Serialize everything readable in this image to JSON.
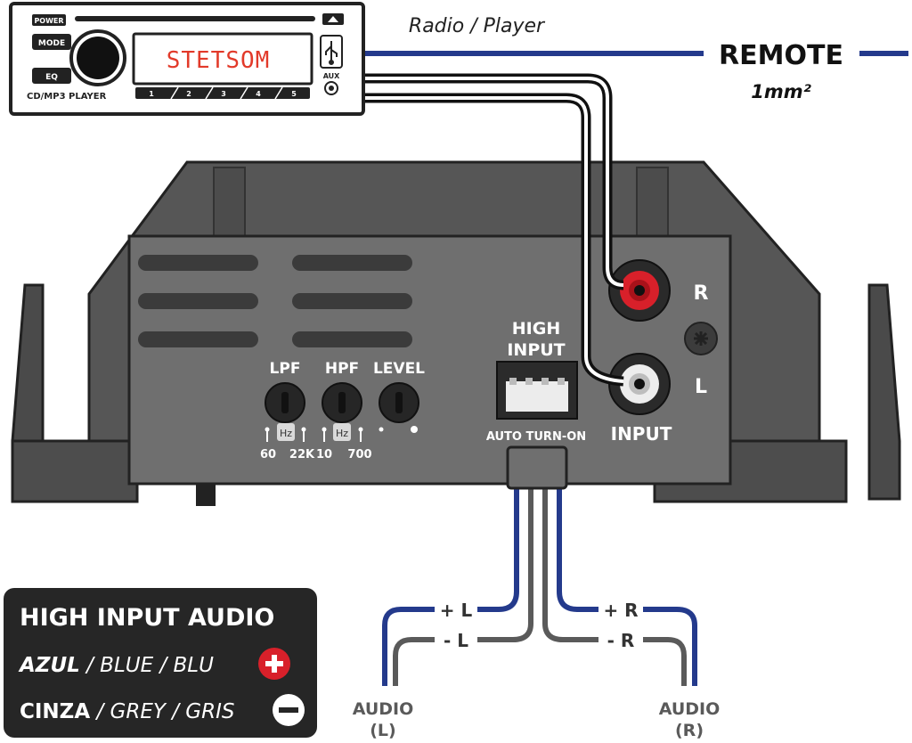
{
  "radio": {
    "power": "POWER",
    "mode": "MODE",
    "eq": "EQ",
    "model": "CD/MP3 PLAYER",
    "display": "STETSOM",
    "aux": "AUX",
    "presets": [
      "1",
      "2",
      "3",
      "4",
      "5"
    ]
  },
  "labels": {
    "radio_player": "Radio / Player",
    "remote": "REMOTE",
    "remote_gauge": "1mm²"
  },
  "amp": {
    "lpf": "LPF",
    "hpf": "HPF",
    "level": "LEVEL",
    "hz": "Hz",
    "lpf_min": "60",
    "lpf_max": "22K",
    "hpf_min": "10",
    "hpf_max": "700",
    "high_input_1": "HIGH",
    "high_input_2": "INPUT",
    "auto_turn_on": "AUTO TURN-ON",
    "rca_r": "R",
    "rca_l": "L",
    "input": "INPUT"
  },
  "wires": {
    "plus_l": "+ L",
    "minus_l": "- L",
    "plus_r": "+ R",
    "minus_r": "- R",
    "audio": "AUDIO",
    "audio_l": "(L)",
    "audio_r": "(R)"
  },
  "legend": {
    "title": "HIGH INPUT AUDIO",
    "blue_main": "AZUL",
    "blue_rest": " / BLUE / BLU",
    "grey_main": "CINZA",
    "grey_rest": " / GREY / GRIS"
  },
  "colors": {
    "blue_wire": "#243a8c",
    "grey_wire": "#5a5a5a",
    "amp_body": "#5e5e5e",
    "amp_panel": "#6f6f6f",
    "red_rca": "#d8202a",
    "legend_bg": "#262626",
    "plus_badge": "#d8202a"
  },
  "icons": [
    "usb-icon",
    "plus-icon",
    "minus-icon",
    "ground-screw-icon"
  ]
}
